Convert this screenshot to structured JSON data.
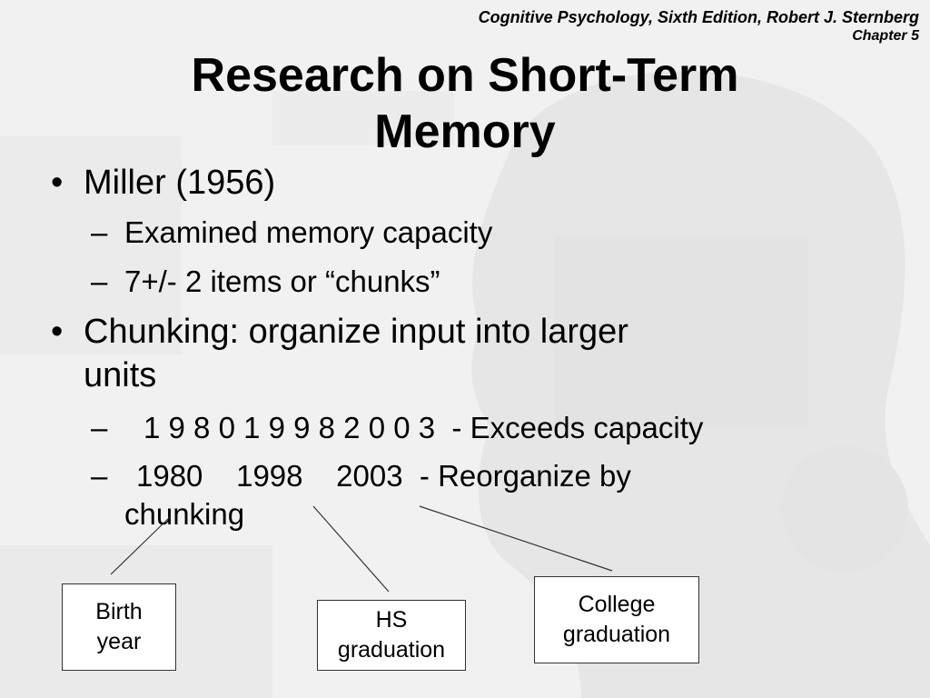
{
  "header": {
    "book": "Cognitive Psychology, Sixth Edition, Robert J. Sternberg",
    "chapter": "Chapter 5"
  },
  "title": {
    "line1": "Research on Short-Term",
    "line2": "Memory"
  },
  "body": {
    "miller": "Miller (1956)",
    "miller_sub1": "Examined memory capacity",
    "miller_sub2": "7+/- 2 items or “chunks”",
    "chunking_line1": "Chunking: organize input into larger",
    "chunking_line2": "units",
    "digits": "1 9 8 0 1 9 9 8 2 0 0 3  - Exceeds capacity",
    "reorg_line1": "1980    1998    2003  - Reorganize by",
    "reorg_line2": "chunking"
  },
  "callouts": {
    "birth_line1": "Birth",
    "birth_line2": "year",
    "hs_line1": "HS",
    "hs_line2": "graduation",
    "college_line1": "College",
    "college_line2": "graduation"
  },
  "glyphs": {
    "bullet": "•",
    "dash": "–"
  },
  "colors": {
    "background": "#f1f1f1",
    "text": "#000000"
  }
}
